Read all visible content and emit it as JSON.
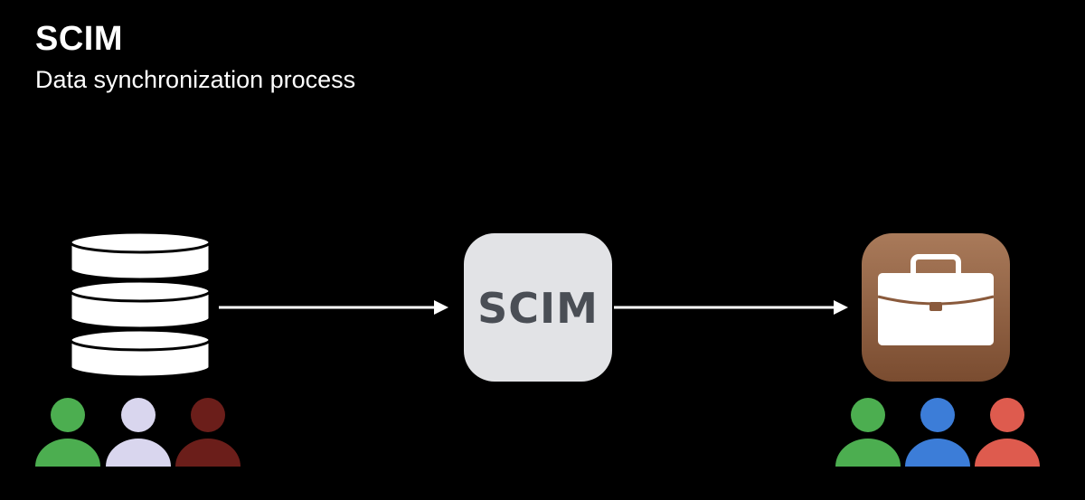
{
  "header": {
    "title": "SCIM",
    "subtitle": "Data synchronization process"
  },
  "nodes": {
    "scim_logo_text": "SCIM"
  },
  "colors": {
    "background": "#000000",
    "foreground": "#ffffff",
    "scim_tile": "#e2e3e6",
    "scim_text": "#4a4e55",
    "app_tile": "#8a5a3c",
    "source_user_1": "#4cae50",
    "source_user_2": "#d9d6ee",
    "source_user_3": "#6b1e1a",
    "target_user_1": "#4cae50",
    "target_user_2": "#3c7dd8",
    "target_user_3": "#de5b4e"
  },
  "icons": {
    "source": "database-icon",
    "middle": "scim-logo-icon",
    "target": "briefcase-icon",
    "users": "person-icon"
  }
}
